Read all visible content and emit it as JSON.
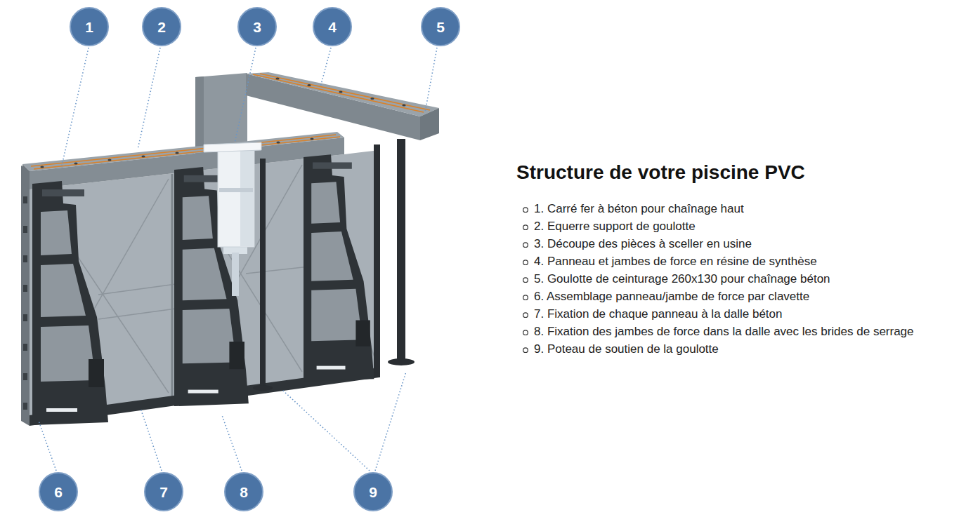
{
  "diagram": {
    "title": "Structure de votre piscine PVC",
    "nodes": [
      {
        "text": [
          "1"
        ]
      },
      {
        "text": [
          "2"
        ]
      },
      {
        "text": [
          "3"
        ]
      },
      {
        "text": [
          "4"
        ]
      },
      {
        "text": [
          "5"
        ]
      },
      {
        "text": [
          "6"
        ]
      },
      {
        "text": [
          "7"
        ]
      },
      {
        "text": [
          "8"
        ]
      },
      {
        "text": [
          "9"
        ]
      }
    ],
    "labels": [
      "1. Carré fer à béton pour chaînage haut",
      "2. Equerre support de goulotte",
      "3. Découpe des pièces à sceller en usine",
      "4. Panneau et jambes de force en résine de synthèse",
      "5. Goulotte de ceinturage 260x130 pour chaînage béton",
      "6. Assemblage panneau/jambe de force par clavette",
      "7. Fixation de chaque panneau à la dalle béton",
      "8. Fixation des jambes de force dans la dalle avec les brides de serrage",
      "9. Poteau de soutien de la goulotte"
    ]
  }
}
